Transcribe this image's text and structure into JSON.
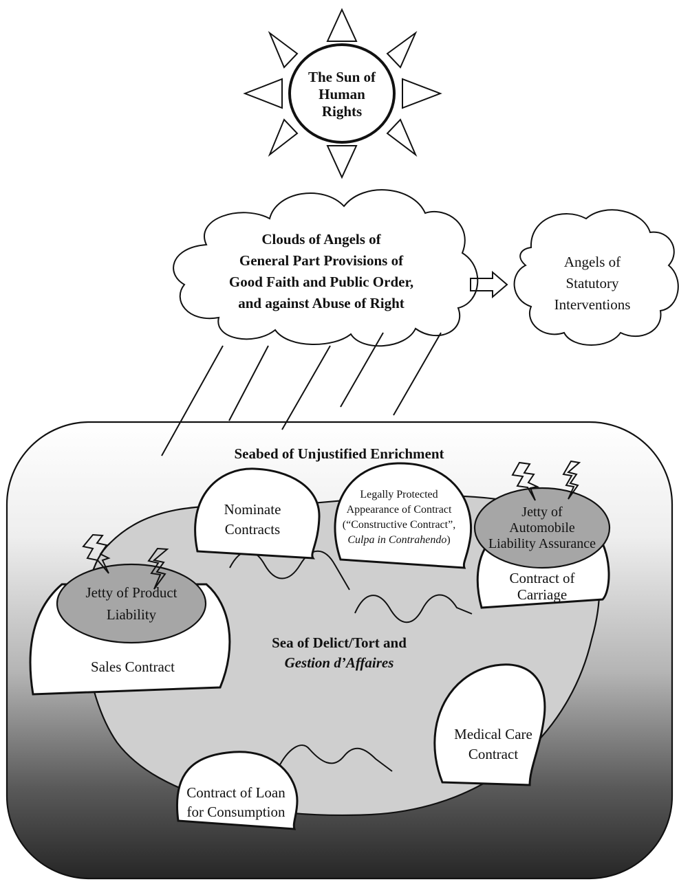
{
  "sun": {
    "line1": "The Sun of",
    "line2": "Human",
    "line3": "Rights"
  },
  "main_cloud": {
    "line1": "Clouds of Angels of",
    "line2": "General Part Provisions of",
    "line3": "Good Faith and Public Order,",
    "line4": "and against Abuse of Right"
  },
  "side_cloud": {
    "line1": "Angels of",
    "line2": "Statutory",
    "line3": "Interventions"
  },
  "seabed": {
    "label": "Seabed of Unjustified Enrichment"
  },
  "sea": {
    "line1": "Sea of Delict/Tort and",
    "line2": "Gestion d’Affaires"
  },
  "islands": {
    "nominate": {
      "line1": "Nominate",
      "line2": "Contracts"
    },
    "appearance": {
      "line1": "Legally Protected",
      "line2": "Appearance of Contract",
      "line3": "(“Constructive Contract”,",
      "line4_italic": "Culpa in Contrahendo",
      "line4_end": ")"
    },
    "carriage": {
      "line1": "Contract of",
      "line2": "Carriage"
    },
    "sales": {
      "line1": "Sales Contract"
    },
    "medical": {
      "line1": "Medical Care",
      "line2": "Contract"
    },
    "loan": {
      "line1": "Contract of Loan",
      "line2": "for Consumption"
    }
  },
  "jetties": {
    "automobile": {
      "line1": "Jetty of",
      "line2": "Automobile",
      "line3": "Liability Assurance"
    },
    "product": {
      "line1": "Jetty of Product",
      "line2": "Liability"
    }
  },
  "colors": {
    "ink": "#111111",
    "jetty_fill": "#a6a6a6",
    "sea_fill": "#cfcfcf",
    "island_fill": "#ffffff",
    "seabed_top": "#ffffff",
    "seabed_bottom": "#2a2a2a"
  },
  "icons": [
    "sun-icon",
    "cloud-icon",
    "arrow-right-icon",
    "lightning-icon",
    "wave-icon",
    "rain-icon"
  ]
}
